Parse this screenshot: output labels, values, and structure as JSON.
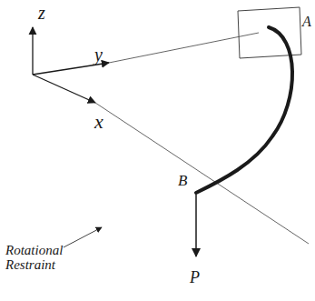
{
  "diagram": {
    "labels": [
      "z",
      "y",
      "x",
      "A",
      "B",
      "P",
      "Rotational Restraint"
    ]
  }
}
